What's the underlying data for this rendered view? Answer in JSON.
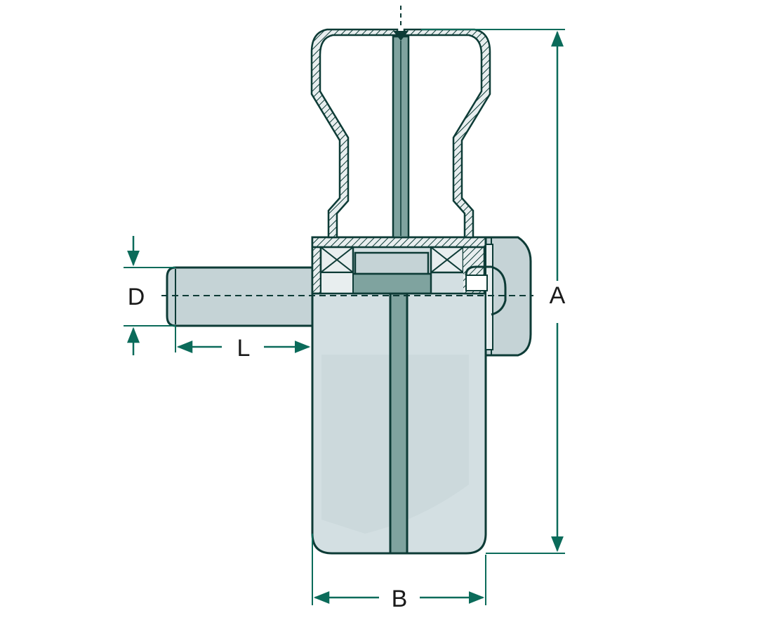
{
  "diagram": {
    "labels": {
      "height": "A",
      "width": "B",
      "diameter": "D",
      "length": "L"
    },
    "colors": {
      "outline": "#0d3b36",
      "dimension": "#0b6b5a",
      "body_fill": "#d3dfe2",
      "shaft_fill": "#c5d3d6",
      "section_fill": "#e8eeef",
      "dark_part": "#7fa39f",
      "background": "#ffffff"
    }
  }
}
